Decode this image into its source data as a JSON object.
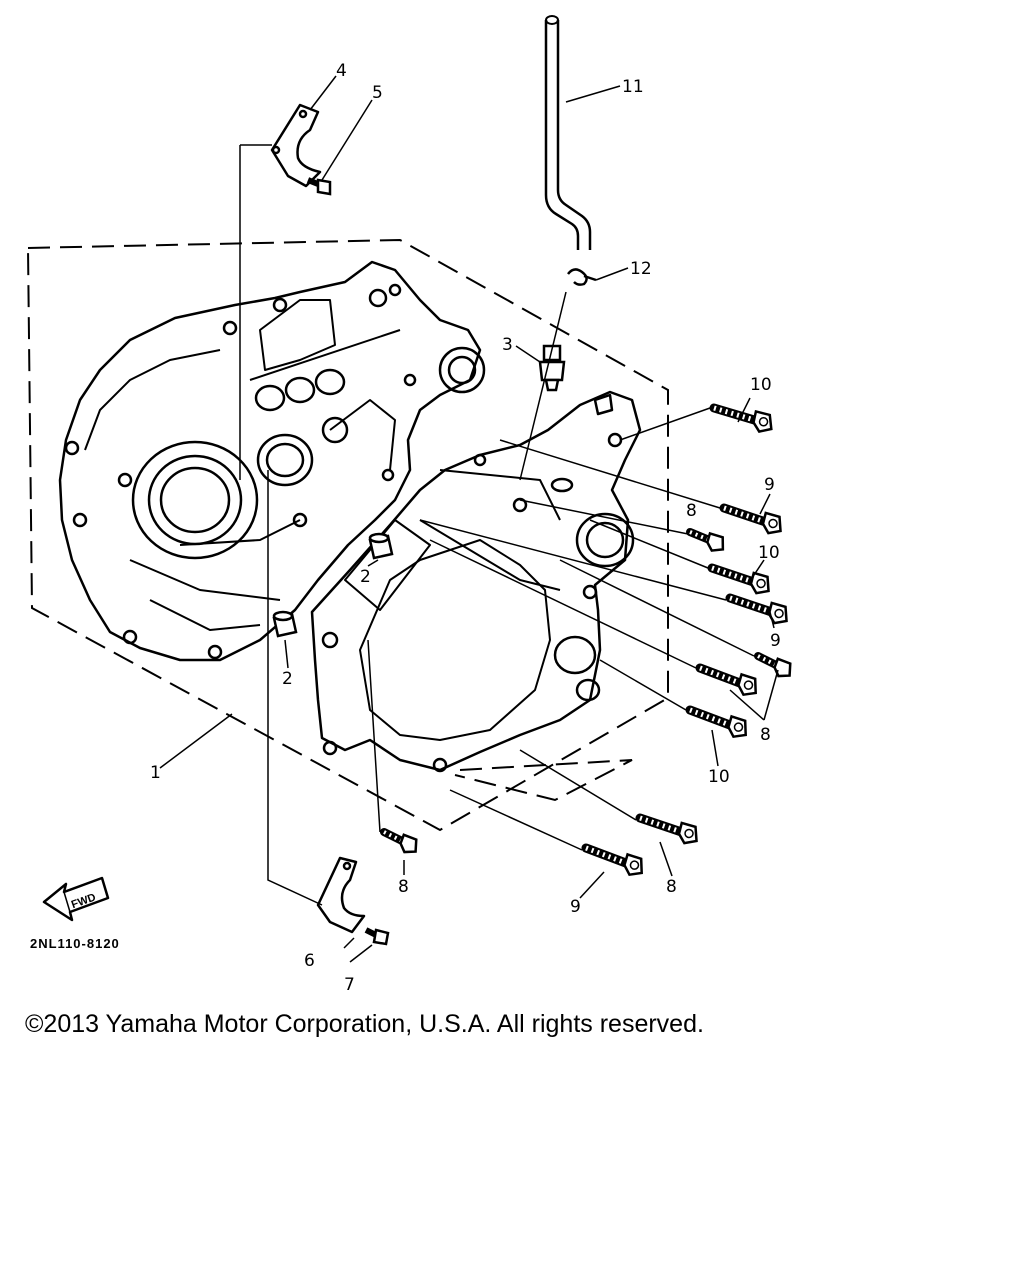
{
  "diagram": {
    "part_code": "2NL110-8120",
    "fwd_label": "FWD",
    "callouts": [
      {
        "id": "c1",
        "text": "1"
      },
      {
        "id": "c2a",
        "text": "2"
      },
      {
        "id": "c2b",
        "text": "2"
      },
      {
        "id": "c3",
        "text": "3"
      },
      {
        "id": "c4",
        "text": "4"
      },
      {
        "id": "c5",
        "text": "5"
      },
      {
        "id": "c6",
        "text": "6"
      },
      {
        "id": "c7",
        "text": "7"
      },
      {
        "id": "c8a",
        "text": "8"
      },
      {
        "id": "c8b",
        "text": "8"
      },
      {
        "id": "c8c",
        "text": "8"
      },
      {
        "id": "c8d",
        "text": "8"
      },
      {
        "id": "c9a",
        "text": "9"
      },
      {
        "id": "c9b",
        "text": "9"
      },
      {
        "id": "c9c",
        "text": "9"
      },
      {
        "id": "c10a",
        "text": "10"
      },
      {
        "id": "c10b",
        "text": "10"
      },
      {
        "id": "c10c",
        "text": "10"
      },
      {
        "id": "c11",
        "text": "11"
      },
      {
        "id": "c12",
        "text": "12"
      }
    ]
  },
  "footer": {
    "copyright": "©2013 Yamaha Motor Corporation, U.S.A. All rights reserved."
  }
}
